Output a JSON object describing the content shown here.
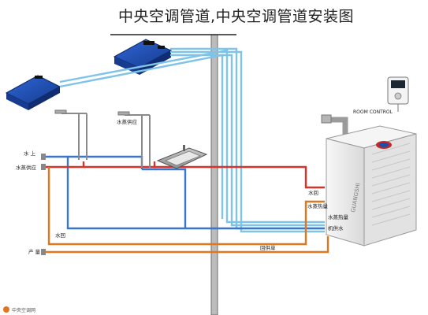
{
  "title": "中央空调管道,中央空调管道安装图",
  "labels": {
    "cold_in": "水 上",
    "hot_water_supply": "水蒸供应",
    "shower_hot_1": "水蒸供应",
    "return_water": "水回",
    "outlet": "产 量",
    "unit_return": "水回",
    "unit_hot_supply_1": "水蒸热量",
    "unit_hot_supply_2": "水蒸热量",
    "unit_feed": "机供水",
    "bottom_pipe": "回供单",
    "room_control": "ROOM CONTROL",
    "unit_brand": "GUANGSHI",
    "watermark": "中央空调网"
  },
  "colors": {
    "cold_pipe": "#3a77c9",
    "light_pipe": "#7fc3e8",
    "hot_pipe": "#d8332b",
    "orange_pipe": "#e0771f",
    "wall": "#6e6e6e",
    "unit_body": "#ececec",
    "fan_coil": "#1f4fb5"
  },
  "icons": [
    "fan-coil-unit-icon",
    "shower-head-icon",
    "sink-basin-icon",
    "room-controller-icon",
    "heat-pump-unit-icon",
    "exhaust-pipe-icon"
  ]
}
